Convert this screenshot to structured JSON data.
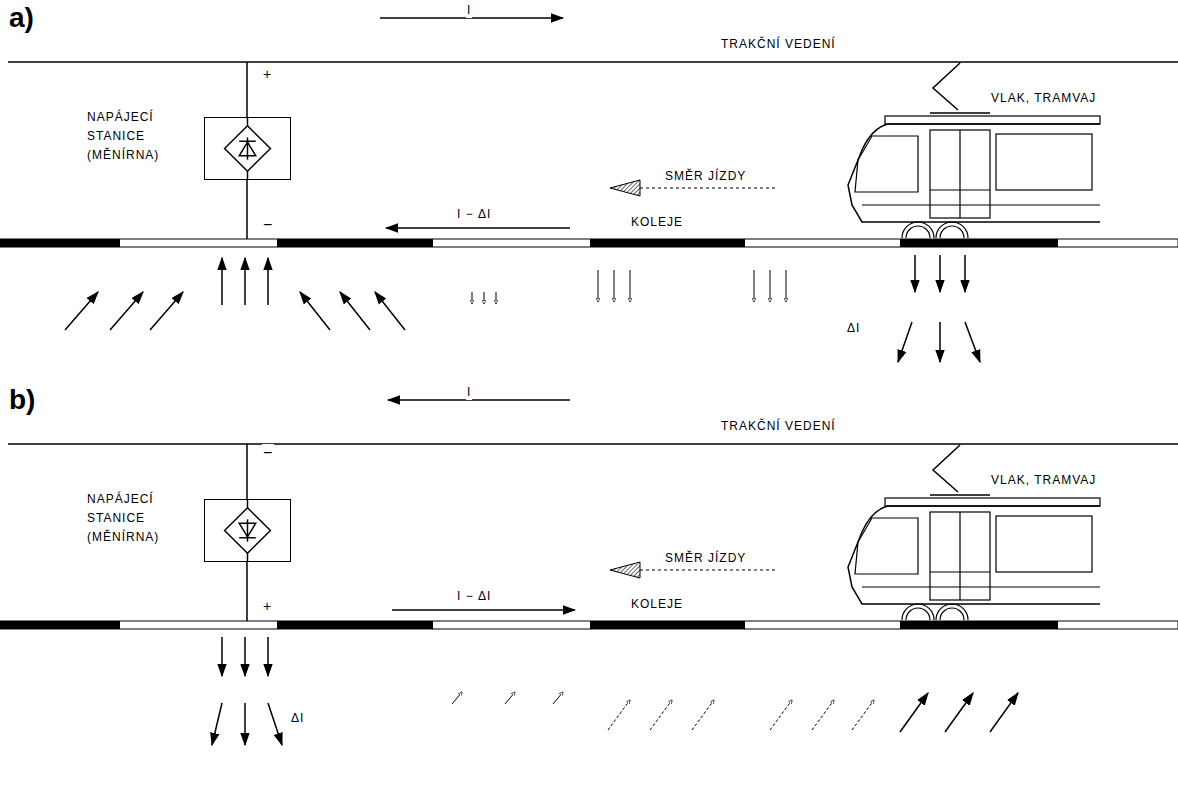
{
  "diagram": {
    "nodes": [
      {
        "text": [
          "NAPÁJECÍ STANICE (MĚNÍRNA)"
        ]
      },
      {
        "text": [
          "NAPÁJECÍ STANICE (MĚNÍRNA)"
        ]
      }
    ],
    "labels": [
      "a)",
      "I",
      "TRAKČNÍ VEDENÍ",
      "+",
      "VLAK, TRAMVAJ",
      "SMĚR JÍZDY",
      "I − ΔI",
      "−",
      "KOLEJE",
      "ΔI",
      "b)",
      "I",
      "TRAKČNÍ VEDENÍ",
      "−",
      "VLAK, TRAMVAJ",
      "SMĚR JÍZDY",
      "+",
      "I − ΔI",
      "KOLEJE",
      "ΔI"
    ]
  }
}
